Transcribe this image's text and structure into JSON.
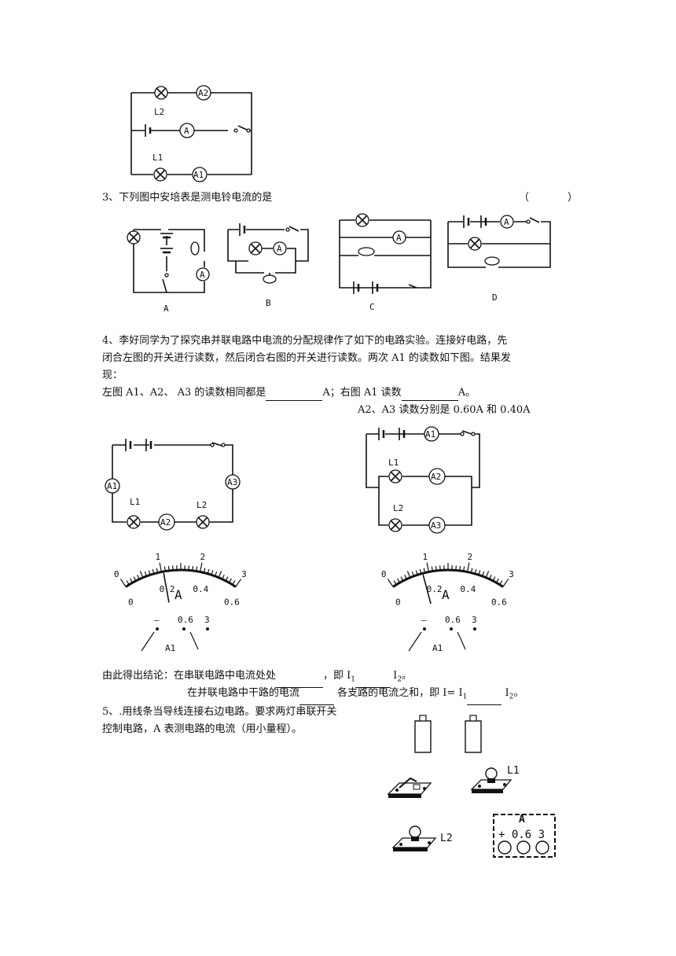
{
  "top_circuit": {
    "meters": [
      "A2",
      "A",
      "A1"
    ],
    "lamps": [
      "L2",
      "L1"
    ]
  },
  "q3": {
    "text": "3、下列图中安培表是测电铃电流的是",
    "paren_open": "（",
    "paren_close": "）",
    "options": [
      "A",
      "B",
      "C",
      "D"
    ]
  },
  "q4": {
    "intro_line1": "4、李好同学为了探究串并联电路中电流的分配规律作了如下的电路实验。连接好电路，先",
    "intro_line2": "闭合左图的开关进行读数，然后闭合右图的开关进行读数。两次 A1 的读数如下图。结果发",
    "intro_line3": "现：",
    "line_a_1": "左图 A1、A2、 A3 的读数相同都是",
    "line_a_2": "A；右图 A1 读数",
    "line_a_3": "A。",
    "line_b": "A2、A3 读数分别是 0.60A 和 0.40A",
    "left_circuit": {
      "meters": [
        "A1",
        "A2",
        "A3"
      ],
      "lamps": [
        "L1",
        "L2"
      ]
    },
    "right_circuit": {
      "meters": [
        "A1",
        "A2",
        "A3"
      ],
      "lamps": [
        "L1",
        "L2"
      ]
    },
    "meter_scale": {
      "big_labels": [
        "0",
        "1",
        "2",
        "3"
      ],
      "small_labels": [
        "0",
        "0.2",
        "0.4",
        "0.6"
      ],
      "unit": "A",
      "terminals": [
        "–",
        "0.6",
        "3"
      ],
      "meter_name": "A1"
    },
    "left_reading_fraction": 0.35,
    "right_reading_fraction": 0.28,
    "conclusion_1a": "由此得出结论：在串联电路中电流处处",
    "conclusion_1b": "，即 I",
    "conclusion_1c": "I",
    "conclusion_1d": "。",
    "conclusion_2a": "在并联电路中干路的电流",
    "conclusion_2b": "各支路的电流之和，即 I= I",
    "conclusion_2c": "I",
    "conclusion_2d": "。",
    "sub1": "1",
    "sub2": "2"
  },
  "q5": {
    "line1": "5、.用线条当导线连接右边电路。要求两灯串联开关",
    "line2": "控制电路，A 表测电路的电流（用小量程）。",
    "lamp1": "L1",
    "lamp2": "L2",
    "ammeter": {
      "label": "A",
      "terminals": "+ 0.6 3"
    }
  }
}
